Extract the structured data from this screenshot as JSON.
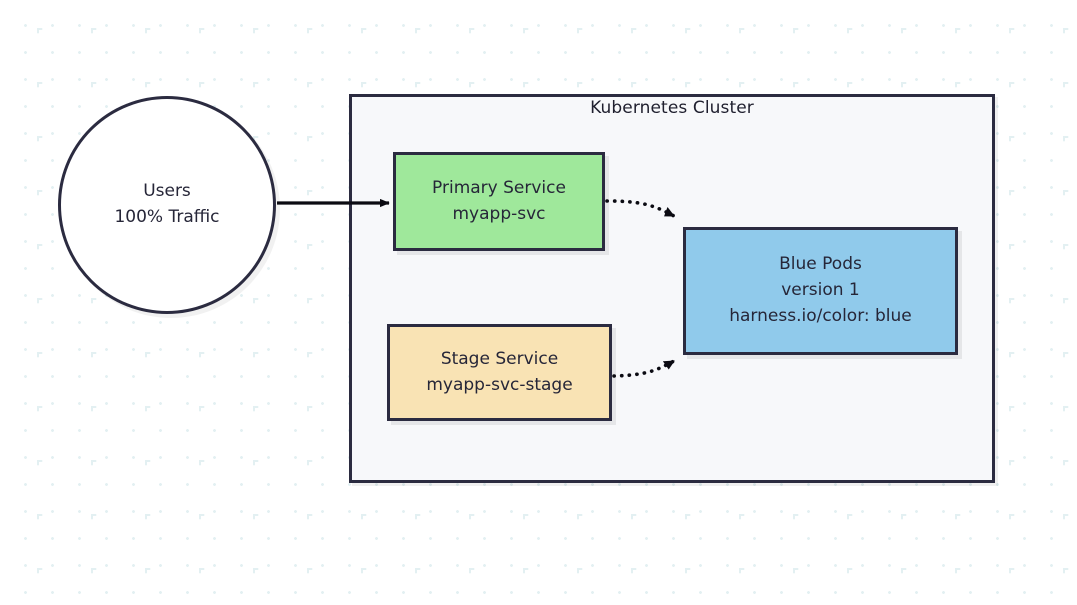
{
  "diagram": {
    "title_text": "Kubernetes Cluster",
    "background": {
      "grid": "dotted-plus-grid",
      "dot_color": "#e3f0f2",
      "page_color": "#ffffff"
    },
    "palette": {
      "stroke": "#2b2b40",
      "text": "#262638",
      "cluster_fill": "#f7f8fa",
      "primary_service_fill": "#9fe89b",
      "stage_service_fill": "#f9e3b4",
      "pods_fill": "#90caeb",
      "users_fill": "#ffffff"
    },
    "nodes": {
      "users": {
        "shape": "circle",
        "line1": "Users",
        "line2": "100% Traffic"
      },
      "cluster": {
        "shape": "rectangle",
        "label": "Kubernetes Cluster"
      },
      "primary_service": {
        "shape": "rectangle",
        "line1": "Primary Service",
        "line2": "myapp-svc"
      },
      "stage_service": {
        "shape": "rectangle",
        "line1": "Stage Service",
        "line2": "myapp-svc-stage"
      },
      "blue_pods": {
        "shape": "rectangle",
        "line1": "Blue Pods",
        "line2": "version 1",
        "line3": "harness.io/color: blue"
      }
    },
    "edges": [
      {
        "name": "users-to-primary-service",
        "style": "solid",
        "arrow": "end",
        "label": ""
      },
      {
        "name": "primary-service-to-blue-pods",
        "style": "dotted",
        "arrow": "end",
        "label": ""
      },
      {
        "name": "stage-service-to-blue-pods",
        "style": "dotted",
        "arrow": "end",
        "label": ""
      }
    ]
  }
}
